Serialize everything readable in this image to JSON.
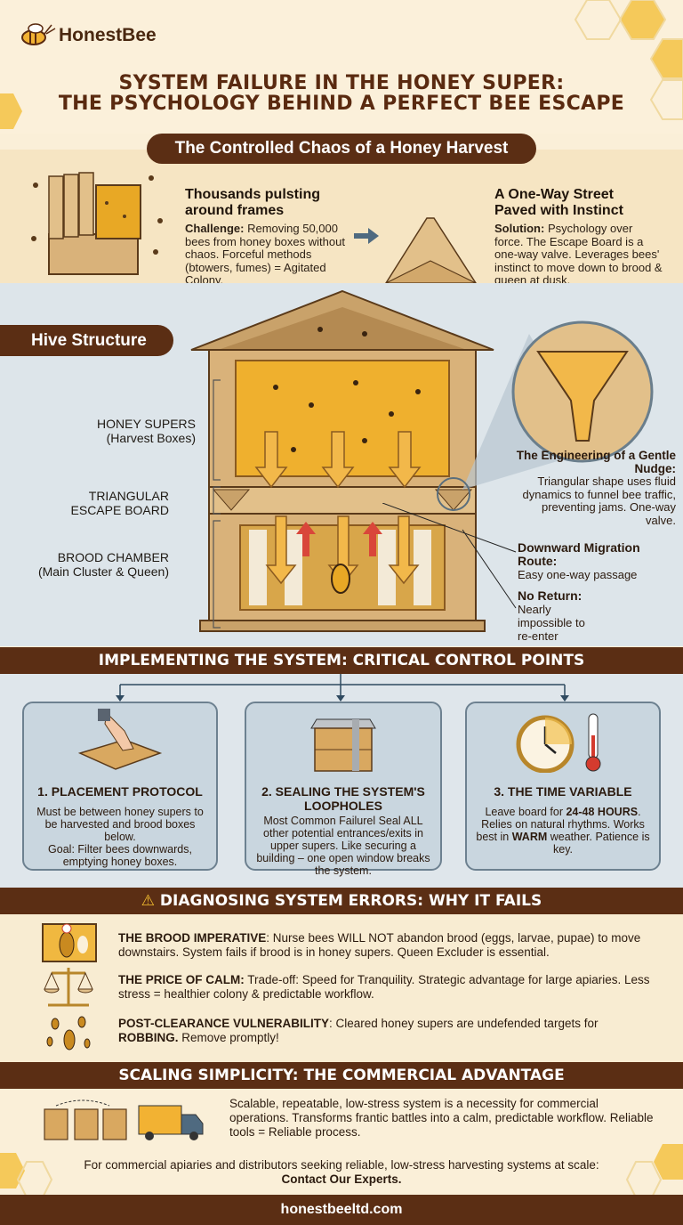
{
  "brand": {
    "name": "HonestBee"
  },
  "title": {
    "line1": "SYSTEM FAILURE IN THE HONEY SUPER:",
    "line2": "THE PSYCHOLOGY BEHIND A PERFECT BEE ESCAPE"
  },
  "intro": {
    "pill": "The Controlled Chaos of a Honey Harvest",
    "left": {
      "heading": "Thousands pulsting around frames",
      "lead": "Challenge:",
      "body": " Removing 50,000 bees from honey boxes without chaos. Forceful methods (btowers, fumes) = Agitated Colony."
    },
    "right": {
      "heading": "A One-Way Street Paved with Instinct",
      "lead": "Solution:",
      "body": " Psychology over force. The Escape Board is a one-way valve. Leverages bees' instinct to move down to brood & queen at dusk."
    }
  },
  "hive": {
    "pill": "Hive Structure",
    "labels": [
      {
        "title": "HONEY SUPERS",
        "sub": "(Harvest Boxes)"
      },
      {
        "title": "TRIANGULAR",
        "sub": "ESCAPE BOARD"
      },
      {
        "title": "BROOD CHAMBER",
        "sub": "(Main Cluster & Queen)"
      }
    ],
    "callout": {
      "heading": "The Engineering of a Gentle Nudge:",
      "body": "Triangular shape uses fluid dynamics to funnel bee traffic, preventing jams. One-way valve."
    },
    "route": {
      "heading": "Downward Migration Route:",
      "body": "Easy one-way passage"
    },
    "noreturn": {
      "heading": "No Return:",
      "body": "Nearly impossible to re-enter"
    }
  },
  "implement": {
    "banner": "IMPLEMENTING THE SYSTEM: CRITICAL CONTROL POINTS",
    "cards": [
      {
        "title": "1. PLACEMENT PROTOCOL",
        "body": "Must be between honey supers to be harvested and brood boxes below.",
        "goal_lead": "Goal:",
        "goal": " Filter bees downwards, emptying honey boxes."
      },
      {
        "title": "2. SEALING THE SYSTEM'S LOOPHOLES",
        "body": "Most Common Failurel Seal ALL other potential entrances/exits in upper supers. Like securing a building – one open window breaks the system."
      },
      {
        "title": "3. THE TIME VARIABLE",
        "pre": "Leave board for ",
        "hours": "24-48 HOURS",
        "post": ". Relies on natural rhythms. Works best in ",
        "warm": "WARM",
        "post2": " weather. Patience is key."
      }
    ]
  },
  "diagnose": {
    "banner": "DIAGNOSING SYSTEM ERRORS: WHY IT FAILS",
    "items": [
      {
        "lead": "THE BROOD IMPERATIVE",
        "body": ": Nurse bees WILL NOT abandon brood (eggs, larvae, pupae) to move downstairs. System fails if brood is in honey supers. Queen Excluder is essential."
      },
      {
        "lead": "THE PRICE OF CALM:",
        "body": " Trade-off: Speed for Tranquility. Strategic advantage for large apiaries. Less stress = healthier colony & predictable workflow."
      },
      {
        "lead": "POST-CLEARANCE VULNERABILITY",
        "body": ": Cleared honey supers are undefended targets for ",
        "bold2": "ROBBING.",
        "body2": " Remove promptly!"
      }
    ]
  },
  "scaling": {
    "banner": "SCALING SIMPLICITY: THE COMMERCIAL ADVANTAGE",
    "body": "Scalable, repeatable, low-stress system is a necessity for commercial operations. Transforms frantic battles into a calm, predictable workflow. Reliable tools = Reliable process.",
    "cta": "For commercial apiaries and distributors seeking reliable, low-stress harvesting systems at scale:",
    "cta_bold": "Contact Our Experts."
  },
  "footer": {
    "url": "honestbeeltd.com"
  },
  "colors": {
    "brown": "#5b2e14",
    "honey": "#f2b233",
    "wood": "#d9b27a",
    "blue_bg": "#dde5ea",
    "cream": "#faefd8"
  }
}
